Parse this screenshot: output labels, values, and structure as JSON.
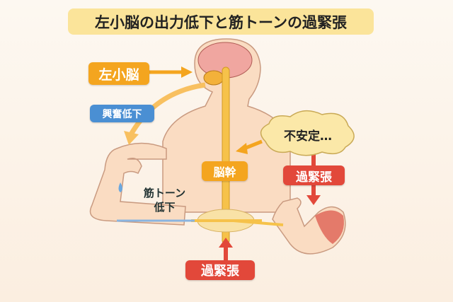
{
  "title": "左小脳の出力低下と筋トーンの過緊張",
  "labels": {
    "cerebellum": "左小脳",
    "excitation_down": "興奮低下",
    "brainstem": "脳幹",
    "unstable": "不安定…",
    "hypertonus_right": "過緊張",
    "hypertonus_bottom": "過緊張",
    "tone_down_line1": "筋トーン",
    "tone_down_line2": "低下"
  },
  "colors": {
    "orange": "#f4a51f",
    "blue": "#4a8fd3",
    "red": "#e2483a",
    "title_bg": "#fbe49a"
  }
}
